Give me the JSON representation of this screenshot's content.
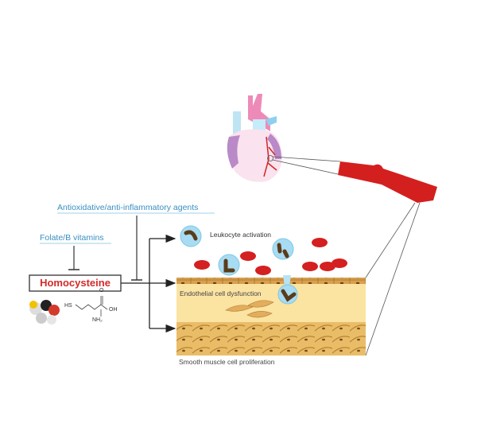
{
  "inhibitors": {
    "antioxidative": "Antioxidative/anti-inflammatory agents",
    "folate": "Folate/B vitamins"
  },
  "central": {
    "homocysteine": "Homocysteine",
    "formula_hs": "HS",
    "formula_oh": "OH",
    "formula_o": "O",
    "formula_nh2": "NH₂"
  },
  "effects": {
    "leukocyte": "Leukocyte activation",
    "endothelial": "Endothelial cell dysfunction",
    "smooth_muscle": "Smooth muscle cell proliferation"
  },
  "colors": {
    "inhibitor_text": "#3a8fc0",
    "homocysteine_text": "#d42a2a",
    "blood_vessel": "#d41f1f",
    "intima": "#fbe3a2",
    "muscle": "#e4b15a"
  }
}
